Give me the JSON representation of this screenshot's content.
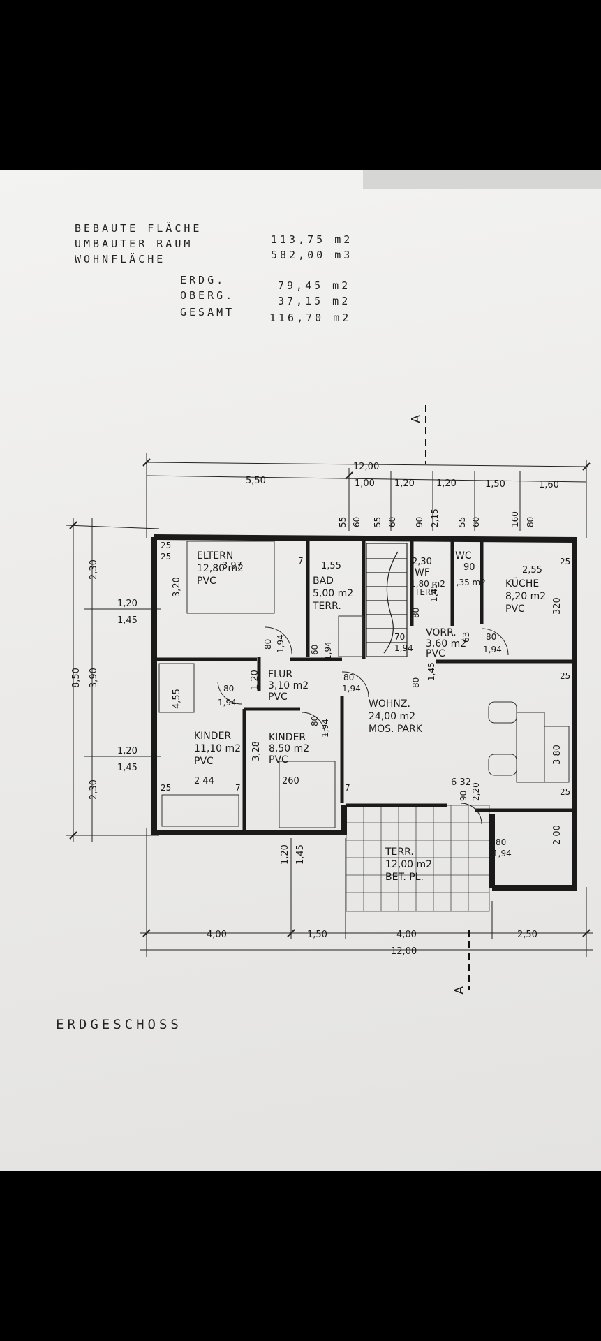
{
  "stats": {
    "bebaute_label": "BEBAUTE FLÄCHE",
    "bebaute_value": "113,75 m2",
    "umbauter_label": "UMBAUTER RAUM",
    "umbauter_value": "582,00 m3",
    "wohnflaeche_label": "WOHNFLÄCHE",
    "erdg_label": "ERDG.",
    "erdg_value": "79,45 m2",
    "oberg_label": "OBERG.",
    "oberg_value": "37,15 m2",
    "gesamt_label": "GESAMT",
    "gesamt_value": "116,70 m2"
  },
  "caption": "ERDGESCHOSS",
  "section_marker": "A",
  "rooms": [
    {
      "name": "ELTERN",
      "area": "12,80 m2",
      "floor": "PVC"
    },
    {
      "name": "BAD",
      "area": "5,00 m2",
      "floor": "TERR."
    },
    {
      "name": "WF",
      "area": "1,80 m2",
      "floor": "TERR."
    },
    {
      "name": "WC",
      "area": "1,35 m2",
      "floor": ""
    },
    {
      "name": "KÜCHE",
      "area": "8,20 m2",
      "floor": "PVC"
    },
    {
      "name": "VORR.",
      "area": "3,60 m2",
      "floor": "PVC"
    },
    {
      "name": "FLUR",
      "area": "3,10 m2",
      "floor": "PVC"
    },
    {
      "name": "WOHNZ.",
      "area": "24,00 m2",
      "floor": "MOS. PARK"
    },
    {
      "name": "KINDER",
      "area": "11,10 m2",
      "floor": "PVC"
    },
    {
      "name": "KINDER",
      "area": "8,50 m2",
      "floor": "PVC"
    },
    {
      "name": "TERR.",
      "area": "12,00 m2",
      "floor": "BET. PL."
    }
  ],
  "dims": {
    "top_total": "12,00",
    "top_550": "5,50",
    "top_100": "1,00",
    "top_120a": "1,20",
    "top_120b": "1,20",
    "top_150": "1,50",
    "top_160": "1,60",
    "v55a": "55",
    "v60a": "60",
    "v55b": "55",
    "v60b": "60",
    "v90": "90",
    "v215": "2,15",
    "v55c": "55",
    "v60c": "60",
    "v160": "160",
    "v80": "80",
    "left_850": "8,50",
    "left_230a": "2,30",
    "left_390": "3,90",
    "left_230b": "2,30",
    "left_120a": "1,20",
    "left_145a": "1,45",
    "left_120b": "1,20",
    "left_145b": "1,45",
    "bot_400a": "4,00",
    "bot_150": "1,50",
    "bot_400b": "4,00",
    "bot_250": "2,50",
    "bot_total": "12,00",
    "bot_120": "1,20",
    "bot_145": "1,45",
    "r_397": "3,97",
    "r_155": "1,55",
    "r_255": "2,55",
    "r_320a": "3,20",
    "r_320b": "320",
    "r_455": "4,55",
    "r_328": "3,28",
    "r_244": "2 44",
    "r_260": "260",
    "r_632": "6 32",
    "r_380": "3 80",
    "r_200": "2 00",
    "r_230": "2,30",
    "r_90": "90",
    "r_25": "25",
    "r_7": "7",
    "r_120": "1 20",
    "door_80": "80",
    "door_194": "1,94",
    "door_60": "60",
    "door_70": "70",
    "door_63": "63",
    "door_145": "1,45",
    "door_90": "90",
    "door_220": "2,20"
  }
}
